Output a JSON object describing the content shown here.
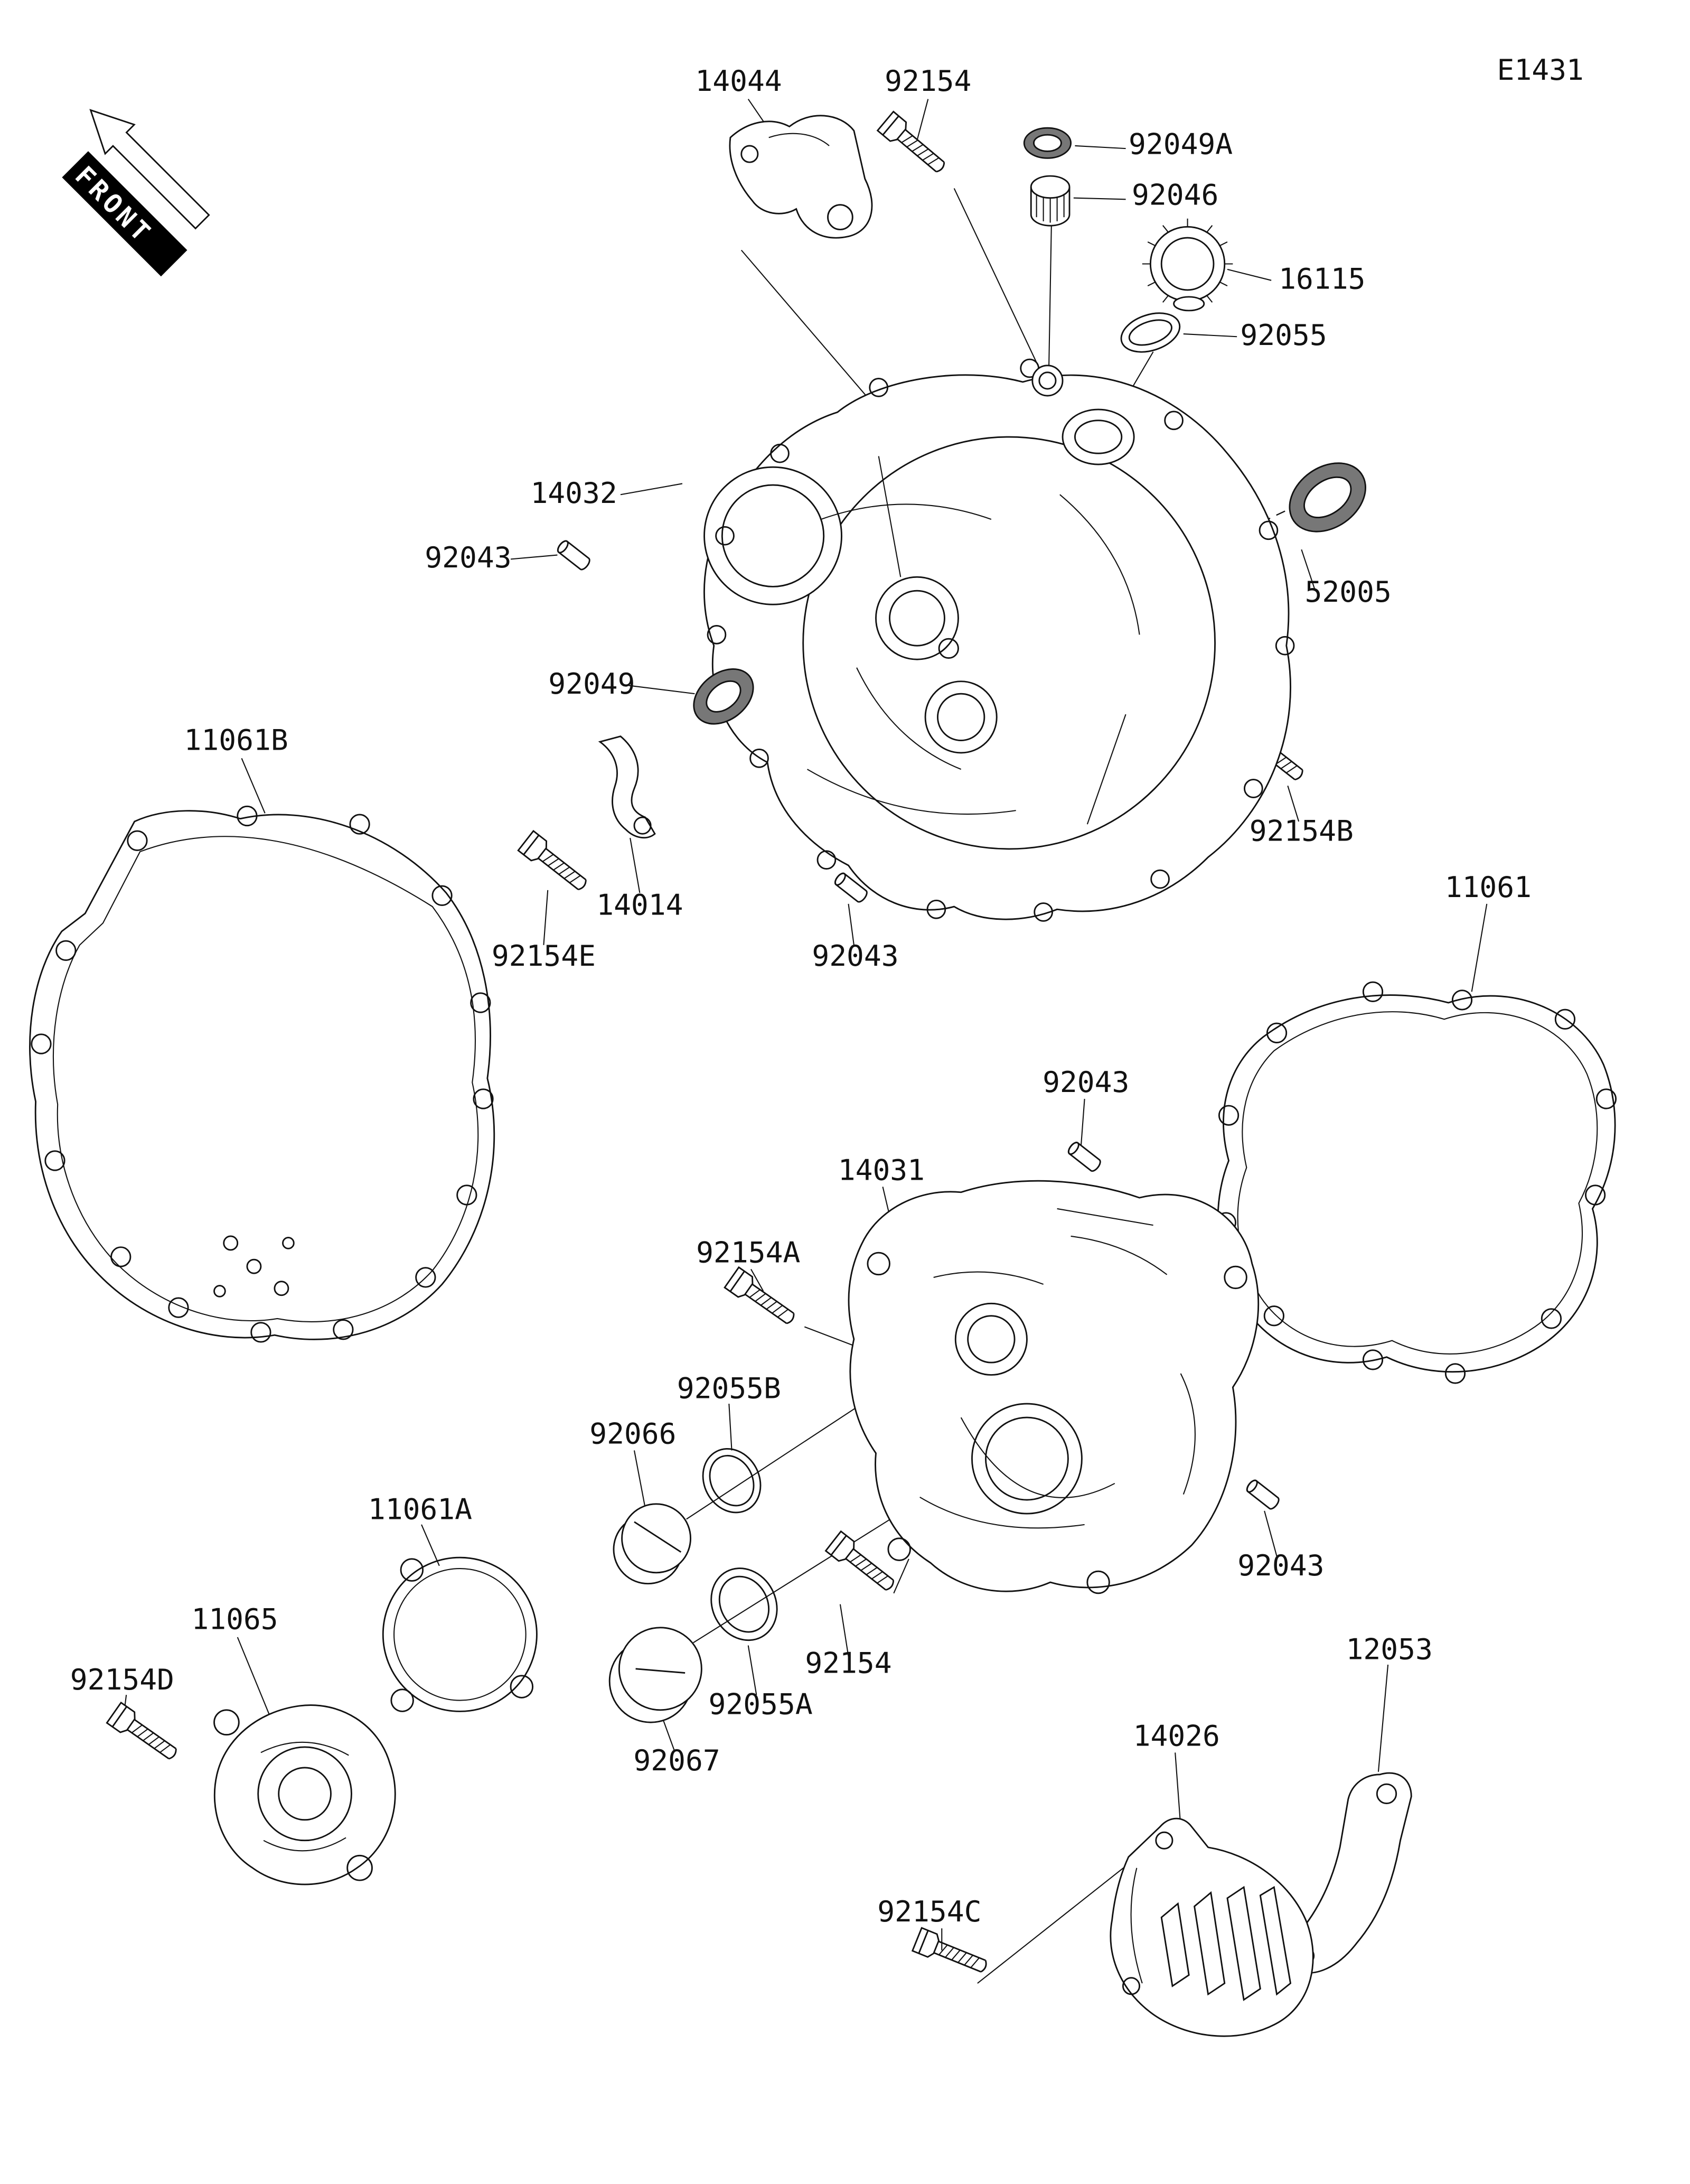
{
  "page": {
    "code": "E1431",
    "front_label": "FRONT"
  },
  "labels": [
    {
      "text": "14044"
    },
    {
      "text": "92154"
    },
    {
      "text": "92049A"
    },
    {
      "text": "92046"
    },
    {
      "text": "16115"
    },
    {
      "text": "92055"
    },
    {
      "text": "14032"
    },
    {
      "text": "92043"
    },
    {
      "text": "52005"
    },
    {
      "text": "92049"
    },
    {
      "text": "11061B"
    },
    {
      "text": "92154B"
    },
    {
      "text": "14014"
    },
    {
      "text": "92154E"
    },
    {
      "text": "92043"
    },
    {
      "text": "11061"
    },
    {
      "text": "92043"
    },
    {
      "text": "14031"
    },
    {
      "text": "92154A"
    },
    {
      "text": "92055B"
    },
    {
      "text": "92066"
    },
    {
      "text": "11061A"
    },
    {
      "text": "11065"
    },
    {
      "text": "92154D"
    },
    {
      "text": "92067"
    },
    {
      "text": "92055A"
    },
    {
      "text": "92154"
    },
    {
      "text": "92043"
    },
    {
      "text": "12053"
    },
    {
      "text": "14026"
    },
    {
      "text": "92154C"
    }
  ]
}
